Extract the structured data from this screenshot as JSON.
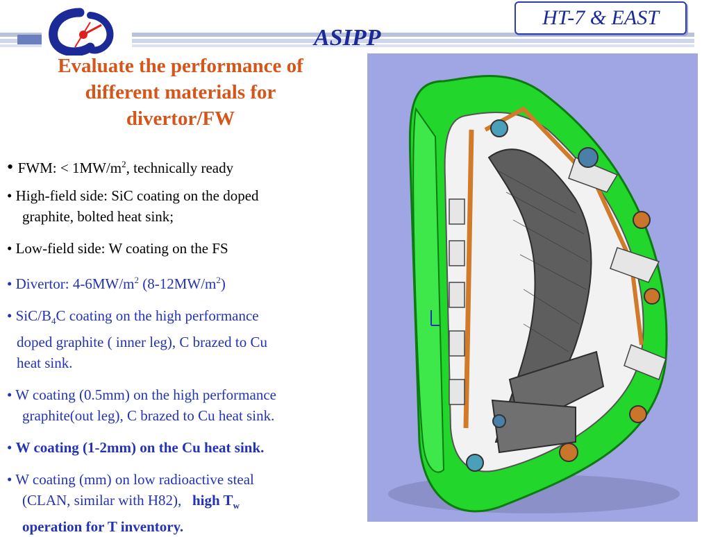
{
  "header": {
    "org": "ASIPP",
    "badge": "HT-7 & EAST"
  },
  "title": {
    "line1": "Evaluate the performance of",
    "line2": "different materials for",
    "line3": "divertor/FW"
  },
  "bullets": {
    "fwm": {
      "a": "FWM: < 1MW/m",
      "sup": "2",
      "b": ", technically ready"
    },
    "hfs": {
      "l1": "• High-field side: SiC coating on the doped",
      "l2": "graphite, bolted heat sink;"
    },
    "lfs": {
      "l1": "• Low-field side: W coating on the FS"
    },
    "div": {
      "a": "• Divertor: 4-6MW/m",
      "sup1": "2",
      "b": " (8-12MW/m",
      "sup2": "2",
      "c": ")"
    },
    "sic": {
      "a": "• SiC/B",
      "sub": "4",
      "b": "C coating on the high performance",
      "l2": "doped graphite ( inner leg), C brazed to Cu",
      "l3": "heat sink."
    },
    "w1": {
      "l1": "• W coating (0.5mm) on the high performance",
      "l2": "graphite(out leg), C brazed to Cu heat sink."
    },
    "w2": {
      "bullet": "• ",
      "l1": "W coating (1-2mm) on the Cu heat sink."
    },
    "w3": {
      "l1": "• W coating (mm) on low radioactive steal",
      "l2a": "(CLAN, similar with H82),",
      "l2b": "high T",
      "l2sub": "w",
      "l3": "operation for T inventory."
    }
  },
  "colors": {
    "title": "#d4561b",
    "blue_text": "#2433b0",
    "header_blue": "#1b2a96",
    "image_bg": "#a0a6e4",
    "model_green": "#22d62b"
  },
  "icons": {
    "logo": "asipp-logo-icon",
    "figure": "tokamak-divertor-cad-model"
  }
}
